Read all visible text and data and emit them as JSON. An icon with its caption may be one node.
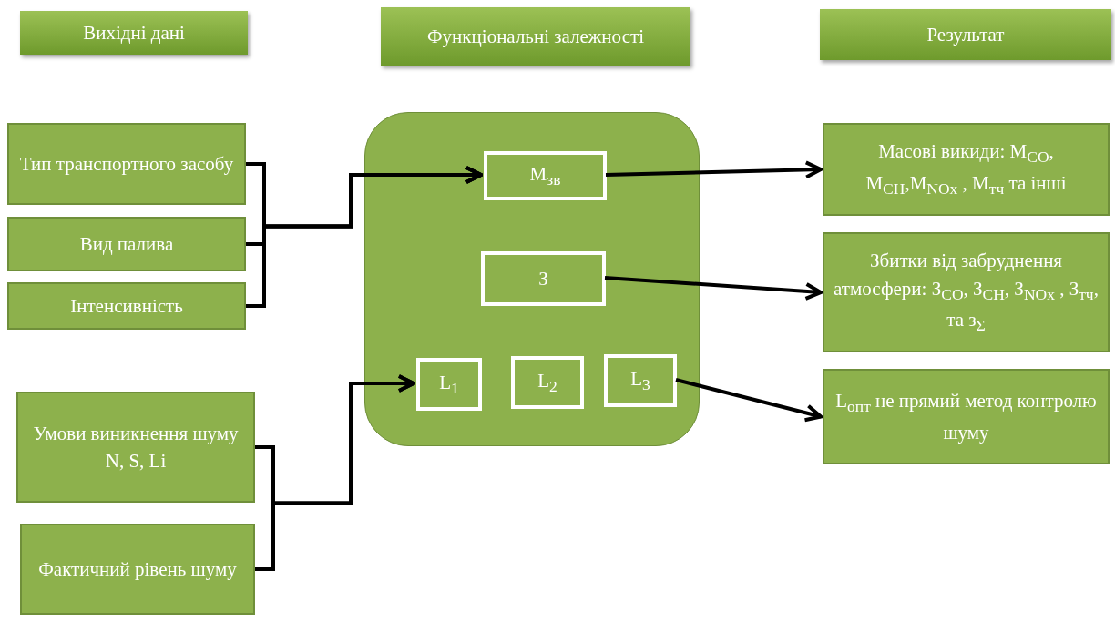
{
  "diagram": {
    "nodes": [
      {
        "text": [
          "Вихідні дані"
        ]
      },
      {
        "text": [
          "Функціональні залежності"
        ]
      },
      {
        "text": [
          "Результат"
        ]
      },
      {
        "text": [
          "Тип транспортного засобу"
        ]
      },
      {
        "text": [
          "Вид палива"
        ]
      },
      {
        "text": [
          "Інтенсивність"
        ]
      },
      {
        "text": [
          "Умови виникнення шуму N, S, Li"
        ]
      },
      {
        "text": [
          "Фактичний рівень шуму"
        ]
      },
      {
        "text": [],
        "shape": "box"
      },
      {
        "text": [
          "М$_{зв}$"
        ],
        "in": 8
      },
      {
        "text": [
          "З"
        ],
        "in": 8
      },
      {
        "text": [
          "L$_{1}$"
        ],
        "in": 8
      },
      {
        "text": [
          "L$_{2}$"
        ],
        "in": 8
      },
      {
        "text": [
          "L$_{3}$"
        ],
        "in": 8
      },
      {
        "text": [
          "Масові викиди: М$_{CO}$, М$_{CH}$,М$_{NOx}$ , М$_{тч}$ та інші"
        ]
      },
      {
        "text": [
          "Збитки від забруднення атмосфери: З$_{CO}$, З$_{CH}$, З$_{NOx}$ , З$_{тч}$, та з$_{Σ}$"
        ]
      },
      {
        "text": [
          "L$_{опт}$ не прямий метод контролю шуму"
        ]
      }
    ],
    "edges": [
      {
        "from": 3,
        "to": 9,
        "arrow": "to"
      },
      {
        "from": 4,
        "to": 9,
        "arrow": "to"
      },
      {
        "from": 5,
        "to": 9,
        "arrow": "to"
      },
      {
        "from": 6,
        "to": 11,
        "arrow": "to"
      },
      {
        "from": 7,
        "to": 11,
        "arrow": "to"
      },
      {
        "from": 9,
        "to": 14,
        "arrow": "to"
      },
      {
        "from": 10,
        "to": 15,
        "arrow": "to"
      },
      {
        "from": 13,
        "to": 16,
        "arrow": "to"
      }
    ]
  }
}
